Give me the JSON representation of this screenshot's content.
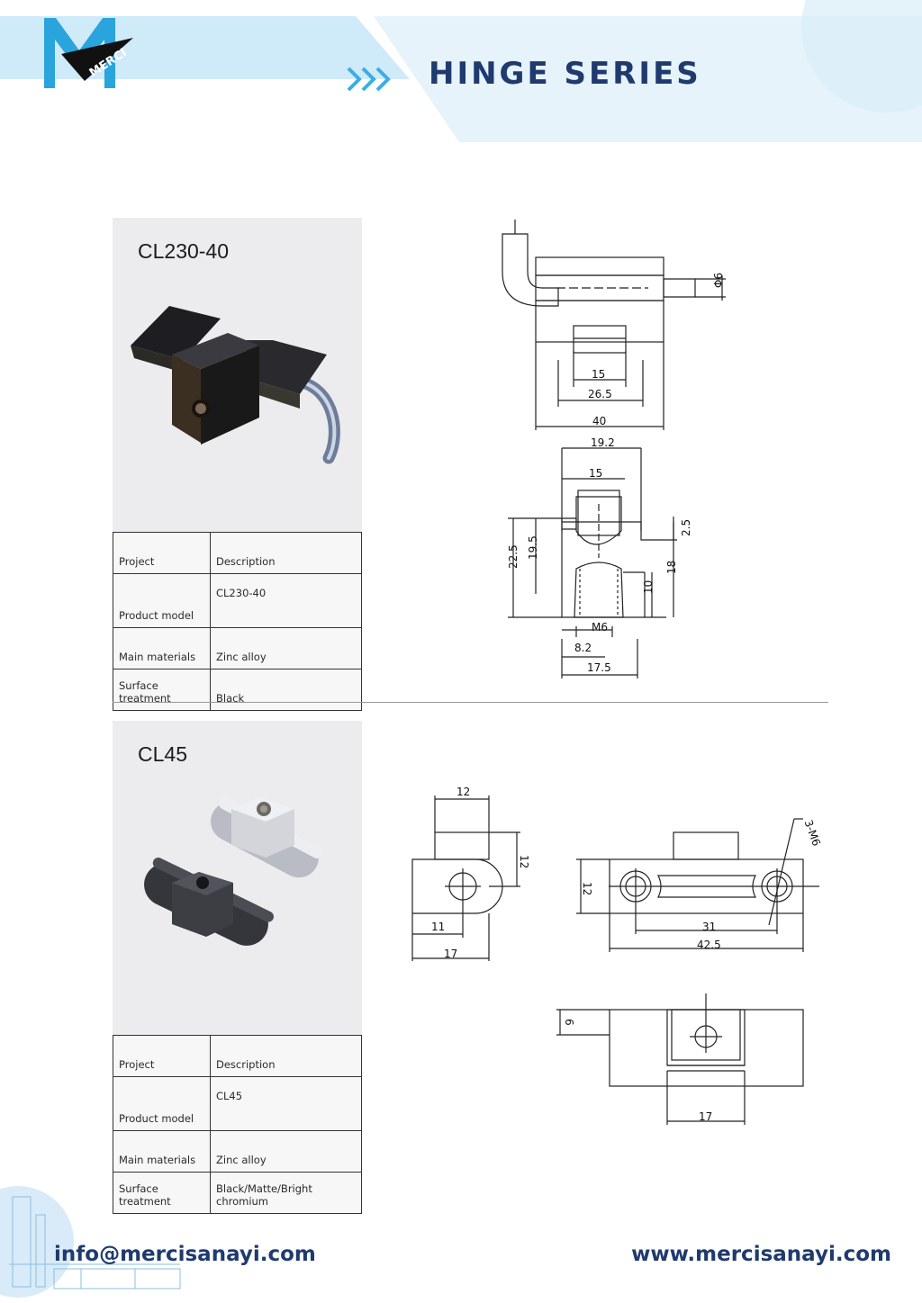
{
  "header": {
    "logo_text": "MERCI",
    "title": "HINGE SERIES",
    "colors": {
      "brand_blue": "#1f3a6e",
      "logo_cyan": "#2aa4dc",
      "band": "#dff0fb"
    }
  },
  "products": [
    {
      "model_heading": "CL230-40",
      "image_icon": "hinge-photo-black-icon",
      "specs": {
        "col1_header": "Project",
        "col2_header": "Description",
        "rows": [
          {
            "label": "Product model",
            "value": "CL230-40"
          },
          {
            "label": "Main materials",
            "value": "Zinc alloy"
          },
          {
            "label": "Surface treatment",
            "value": "Black"
          }
        ]
      },
      "drawing_dims": {
        "top_view": [
          "15",
          "26.5",
          "40",
          "Φ6"
        ],
        "side_view": [
          "19.2",
          "15",
          "22.5",
          "19.5",
          "2.5",
          "18",
          "10",
          "M6",
          "8.2",
          "17.5"
        ]
      }
    },
    {
      "model_heading": "CL45",
      "image_icon": "hinge-photo-chrome-black-icon",
      "specs": {
        "col1_header": "Project",
        "col2_header": "Description",
        "rows": [
          {
            "label": "Product model",
            "value": "CL45"
          },
          {
            "label": "Main materials",
            "value": "Zinc alloy"
          },
          {
            "label": "Surface treatment",
            "value": "Black/Matte/Bright chromium"
          }
        ]
      },
      "drawing_dims": {
        "side_view": [
          "12",
          "12",
          "11",
          "17"
        ],
        "top_view": [
          "12",
          "3-M6",
          "31",
          "42.5"
        ],
        "front_view": [
          "6",
          "17"
        ]
      }
    }
  ],
  "footer": {
    "email": "info@mercisanayi.com",
    "website": "www.mercisanayi.com"
  }
}
